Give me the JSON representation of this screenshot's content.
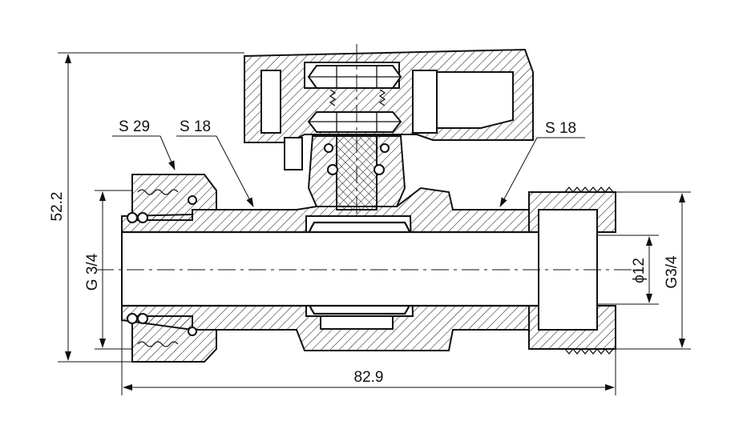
{
  "labels": {
    "s29": "S 29",
    "s18_left": "S 18",
    "s18_right": "S 18",
    "height": "52.2",
    "length": "82.9",
    "left_thread": "G 3/4",
    "bore": "ϕ12",
    "right_thread": "G3/4"
  },
  "colors": {
    "ink": "#111111",
    "paper": "#ffffff"
  }
}
